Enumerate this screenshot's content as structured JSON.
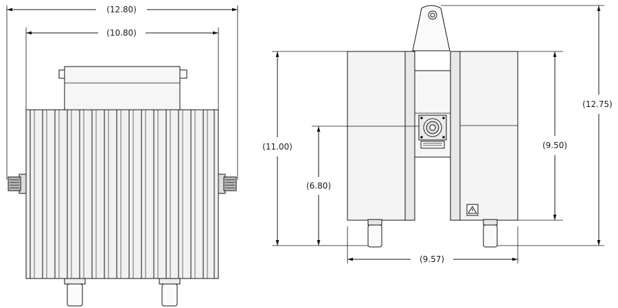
{
  "drawing": {
    "front_view": {
      "overall_width": "(12.80)",
      "body_width": "(10.80)"
    },
    "side_view": {
      "height_left": "(11.00)",
      "connector_height": "(6.80)",
      "overall_height": "(12.75)",
      "body_height": "(9.50)",
      "base_width": "(9.57)"
    }
  }
}
